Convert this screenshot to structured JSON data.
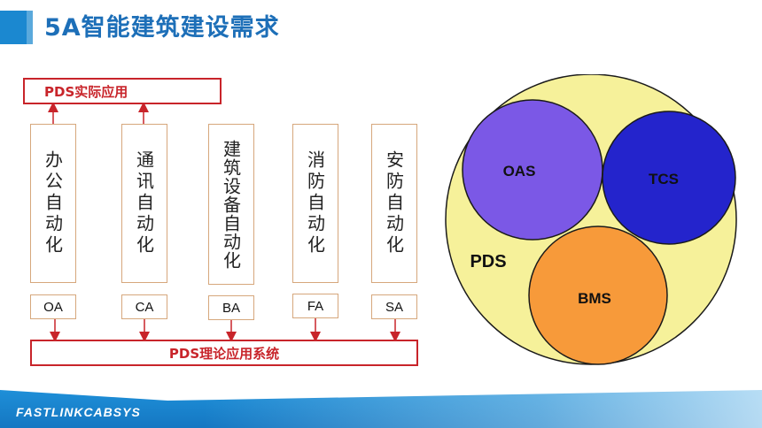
{
  "header": {
    "title": "5A智能建筑建设需求"
  },
  "left_diagram": {
    "top_label": "PDS实际应用",
    "bottom_label": "PDS理论应用系统",
    "systems": [
      {
        "name": "办公自动化",
        "abbr": "OA"
      },
      {
        "name": "通讯自动化",
        "abbr": "CA"
      },
      {
        "name": "建筑设备自动化",
        "abbr": "BA"
      },
      {
        "name": "消防自动化",
        "abbr": "FA"
      },
      {
        "name": "安防自动化",
        "abbr": "SA"
      }
    ]
  },
  "venn": {
    "outer": {
      "label": "PDS",
      "color": "#f6f19a"
    },
    "oas": {
      "label": "OAS",
      "color": "#7b58e6"
    },
    "tcs": {
      "label": "TCS",
      "color": "#2424cc"
    },
    "bms": {
      "label": "BMS",
      "color": "#f79a3a"
    }
  },
  "footer": {
    "brand": "FASTLINKCABSYS"
  },
  "colors": {
    "accent": "#1d6fb8",
    "red": "#c8242a",
    "box_border": "#d6a77c"
  }
}
